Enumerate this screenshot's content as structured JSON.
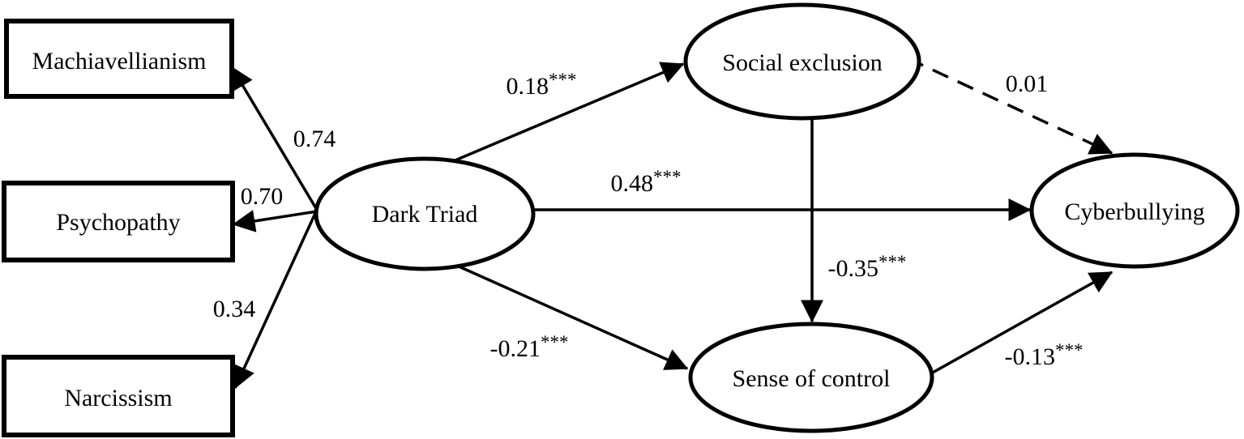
{
  "figure": {
    "type": "sem-path-diagram",
    "colors": {
      "line": "#000000",
      "text": "#000000",
      "background": "#ffffff"
    },
    "observed": [
      {
        "id": "machiavellianism",
        "label": "Machiavellianism",
        "loading": "0.74"
      },
      {
        "id": "psychopathy",
        "label": "Psychopathy",
        "loading": "0.70"
      },
      {
        "id": "narcissism",
        "label": "Narcissism",
        "loading": "0.34"
      }
    ],
    "latent": [
      {
        "id": "dark-triad",
        "label": "Dark Triad"
      },
      {
        "id": "social-exclusion",
        "label": "Social exclusion"
      },
      {
        "id": "cyberbullying",
        "label": "Cyberbullying"
      },
      {
        "id": "sense-of-control",
        "label": "Sense of control"
      }
    ],
    "paths": [
      {
        "from": "Dark Triad",
        "to": "Social exclusion",
        "coefficient": "0.18",
        "significance": "***",
        "line_style": "solid"
      },
      {
        "from": "Dark Triad",
        "to": "Cyberbullying",
        "coefficient": "0.48",
        "significance": "***",
        "line_style": "solid"
      },
      {
        "from": "Dark Triad",
        "to": "Sense of control",
        "coefficient": "-0.21",
        "significance": "***",
        "line_style": "solid"
      },
      {
        "from": "Social exclusion",
        "to": "Sense of control",
        "coefficient": "-0.35",
        "significance": "***",
        "line_style": "solid"
      },
      {
        "from": "Social exclusion",
        "to": "Cyberbullying",
        "coefficient": "0.01",
        "significance": "",
        "line_style": "dashed"
      },
      {
        "from": "Sense of control",
        "to": "Cyberbullying",
        "coefficient": "-0.13",
        "significance": "***",
        "line_style": "solid"
      }
    ]
  }
}
